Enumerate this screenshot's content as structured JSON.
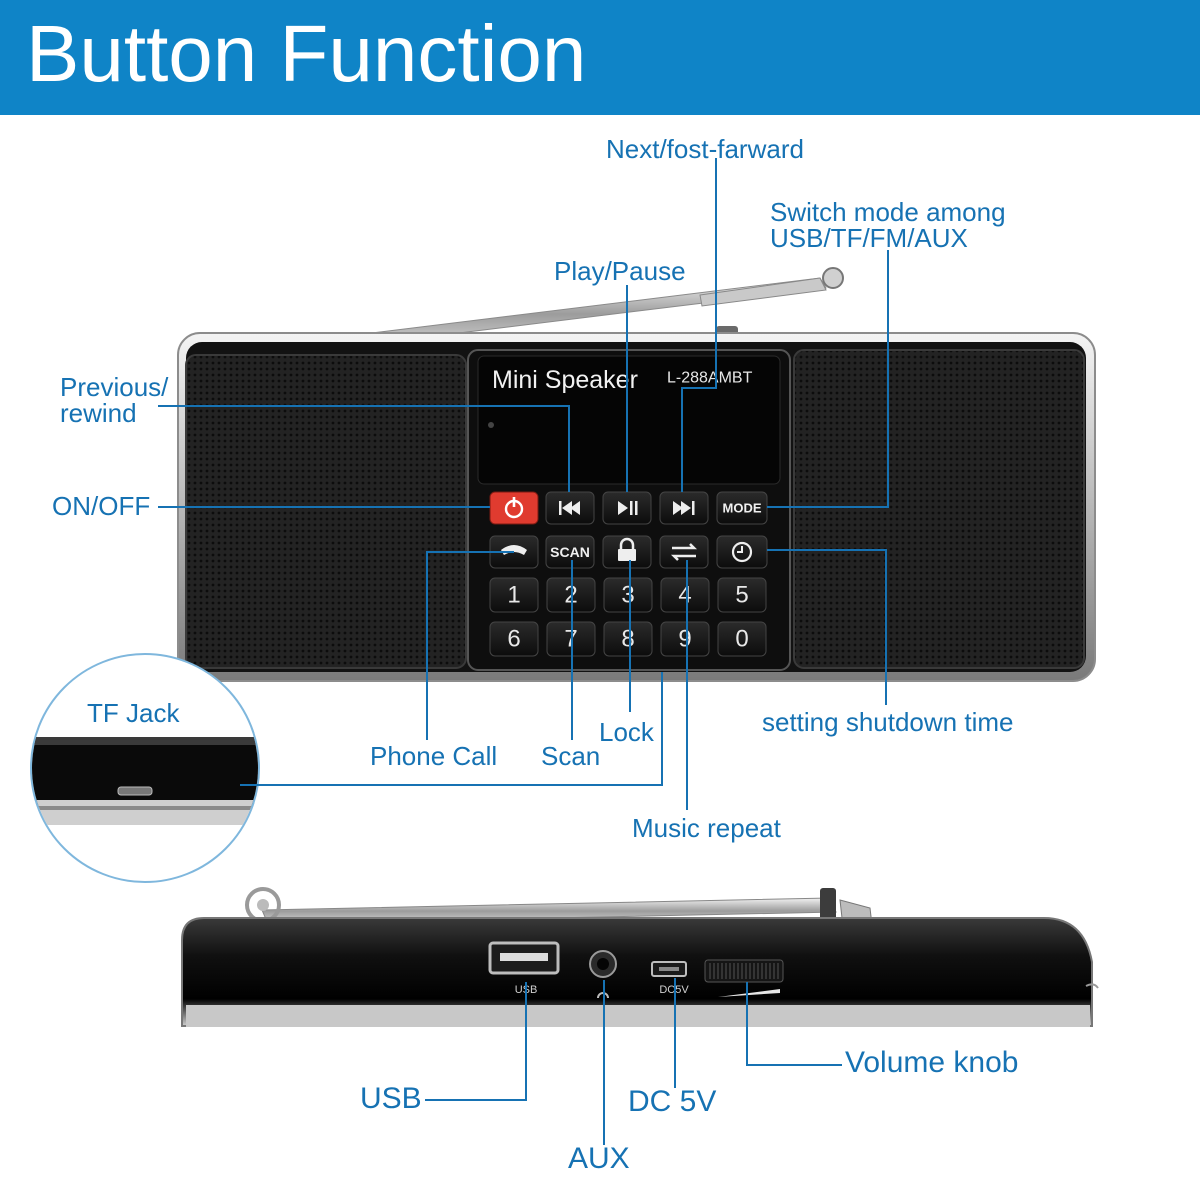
{
  "header": {
    "title": "Button Function"
  },
  "device": {
    "brand": "Mini Speaker",
    "model": "L-288AMBT",
    "keys_row1": [
      "MODE"
    ],
    "keys_row2": [
      "SCAN"
    ],
    "number_keys": [
      "1",
      "2",
      "3",
      "4",
      "5",
      "6",
      "7",
      "8",
      "9",
      "0"
    ],
    "port_labels": {
      "usb": "USB",
      "dc": "DC5V"
    }
  },
  "labels": {
    "next": "Next/fost-farward",
    "mode": "Switch mode among\nUSB/TF/FM/AUX",
    "play": "Play/Pause",
    "previous": "Previous/\nrewind",
    "onoff": "ON/OFF",
    "tf_jack": "TF Jack",
    "phone_call": "Phone Call",
    "scan": "Scan",
    "lock": "Lock",
    "shutdown": "setting shutdown time",
    "repeat": "Music repeat",
    "usb": "USB",
    "aux": "AUX",
    "dc": "DC 5V",
    "volume": "Volume knob"
  },
  "colors": {
    "header_bg": "#0f84c7",
    "label": "#1672b3",
    "leader": "#1672b3",
    "power_key": "#e03b2f",
    "device_body": "#1b1b1b"
  }
}
